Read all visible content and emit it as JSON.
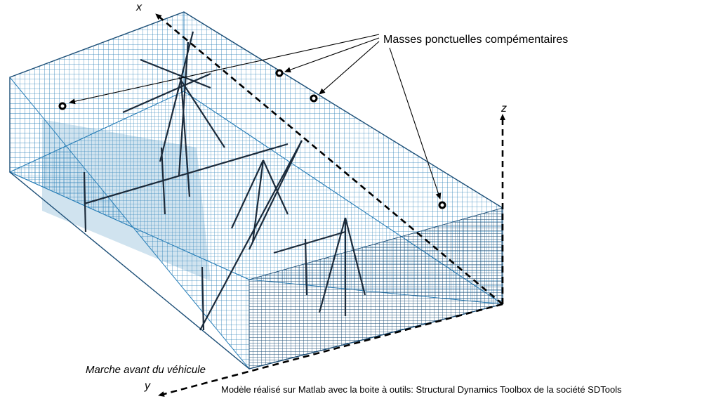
{
  "annotation": "Masses ponctuelles compémentaires",
  "axes": {
    "x": "x",
    "y": "y",
    "z": "z"
  },
  "direction_label": "Marche avant du véhicule",
  "credit": "Modèle réalisé sur Matlab avec la boite à outils: Structural Dynamics Toolbox de la société SDTools",
  "colors": {
    "mesh": "#2a7fb8",
    "mesh_dark": "#1d4f77",
    "beam": "#1b2a3a",
    "ink": "#000000",
    "background": "#ffffff"
  },
  "point_mass_count": 4
}
